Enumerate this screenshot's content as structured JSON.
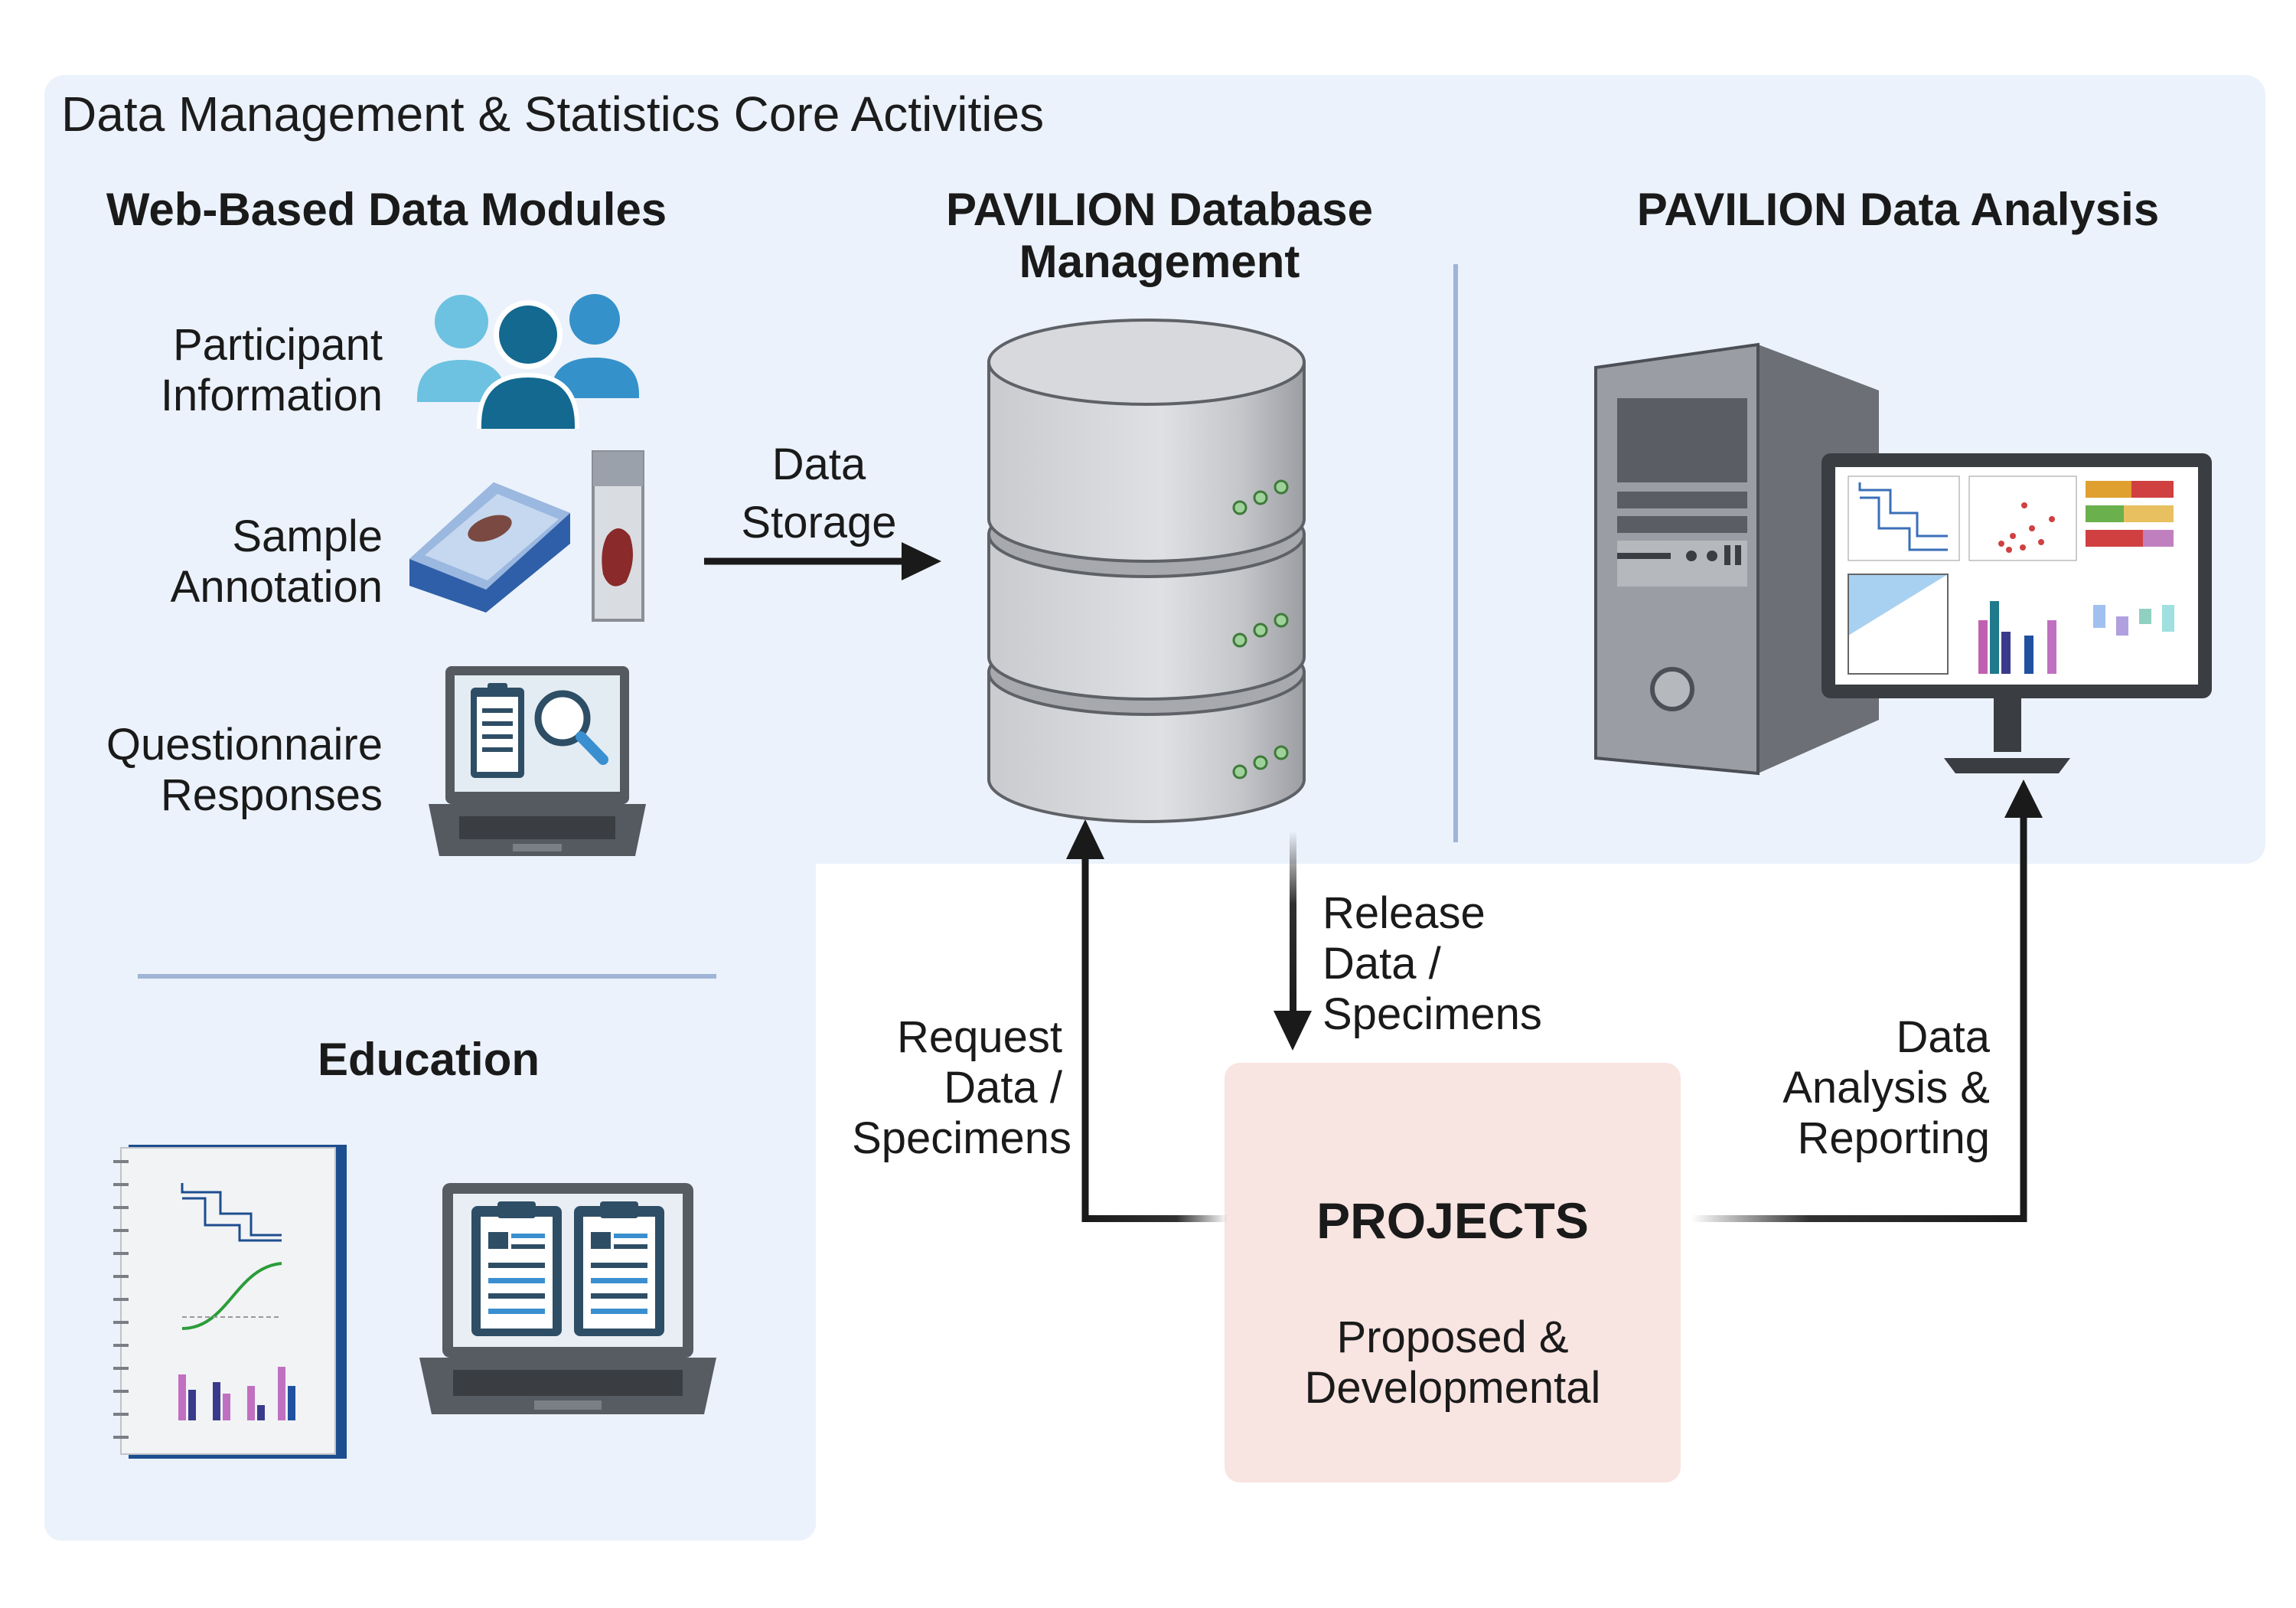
{
  "title": "Data Management & Statistics Core Activities",
  "sections": {
    "web_modules": {
      "heading": "Web-Based Data Modules",
      "items": [
        {
          "label_line1": "Participant",
          "label_line2": "Information",
          "icon": "people-icon"
        },
        {
          "label_line1": "Sample",
          "label_line2": "Annotation",
          "icon": "sample-slide-and-tube-icon"
        },
        {
          "label_line1": "Questionnaire",
          "label_line2": "Responses",
          "icon": "laptop-clipboard-search-icon"
        }
      ]
    },
    "database": {
      "heading_line1": "PAVILION Database",
      "heading_line2": "Management",
      "icon": "database-icon"
    },
    "analysis": {
      "heading": "PAVILION Data Analysis",
      "icon": "desktop-computer-icon"
    },
    "education": {
      "heading": "Education",
      "icons": [
        "notebook-charts-icon",
        "laptop-clipboards-icon"
      ]
    },
    "projects": {
      "title": "PROJECTS",
      "subtitle_line1": "Proposed &",
      "subtitle_line2": "Developmental"
    }
  },
  "arrows": {
    "data_storage": {
      "line1": "Data",
      "line2": "Storage"
    },
    "release": {
      "line1": "Release",
      "line2": "Data /",
      "line3": "Specimens"
    },
    "request": {
      "line1": "Request",
      "line2": "Data /",
      "line3": "Specimens"
    },
    "analysis_reporting": {
      "line1": "Data",
      "line2": "Analysis &",
      "line3": "Reporting"
    }
  },
  "colors": {
    "panel_bg": "#ebf2fb",
    "projects_bg": "#f8e4e1",
    "divider": "#9fb4d6",
    "arrow": "#1a1a1a",
    "people_light": "#6cc2e0",
    "people_dark": "#13698f",
    "people_mid": "#3591c9"
  }
}
